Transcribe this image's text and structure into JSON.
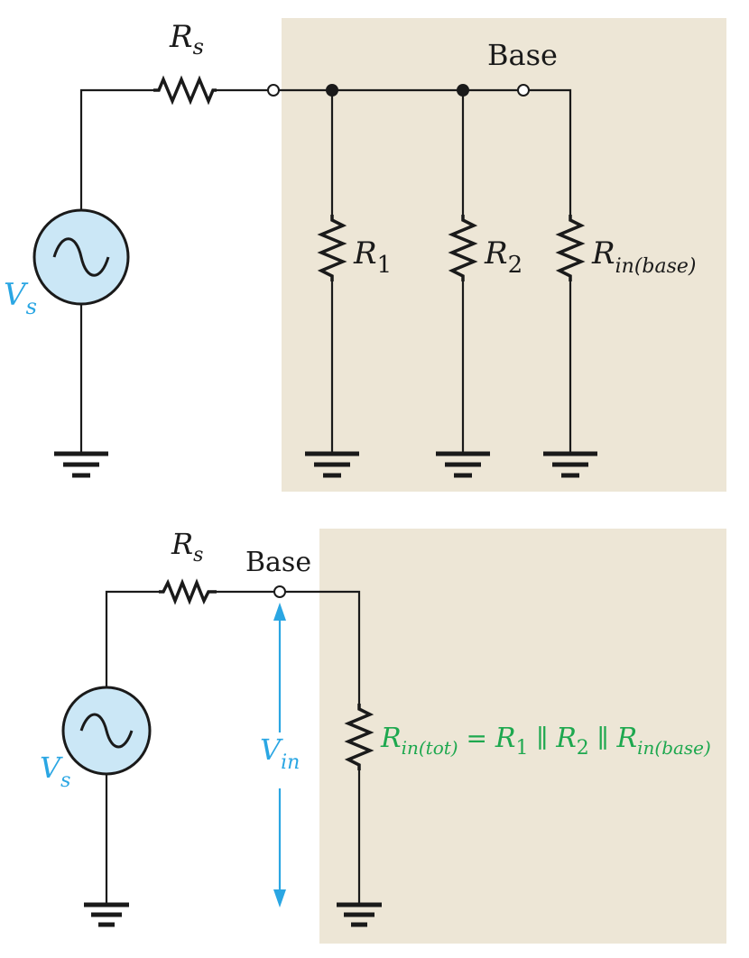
{
  "colors": {
    "panel": "#ede6d6",
    "wire": "#1a1a1a",
    "source_fill": "#cbe7f6",
    "voltage_label": "#2aa6e3",
    "equation": "#1ea84f"
  },
  "top_circuit": {
    "rs_label": {
      "main": "R",
      "sub": "s"
    },
    "base_label": "Base",
    "source_label": {
      "main": "V",
      "sub": "s"
    },
    "r1_label": {
      "main": "R",
      "sub": "1"
    },
    "r2_label": {
      "main": "R",
      "sub": "2"
    },
    "rin_label": {
      "main": "R",
      "sub": "in(base)"
    }
  },
  "bottom_circuit": {
    "rs_label": {
      "main": "R",
      "sub": "s"
    },
    "base_label": "Base",
    "source_label": {
      "main": "V",
      "sub": "s"
    },
    "vin_label": {
      "main": "V",
      "sub": "in"
    },
    "equation": {
      "lhs_main": "R",
      "lhs_sub": "in(tot)",
      "eq": " = ",
      "t1_main": "R",
      "t1_sub": "1",
      "par1": " ∥ ",
      "t2_main": "R",
      "t2_sub": "2",
      "par2": " ∥ ",
      "t3_main": "R",
      "t3_sub": "in(base)"
    }
  }
}
